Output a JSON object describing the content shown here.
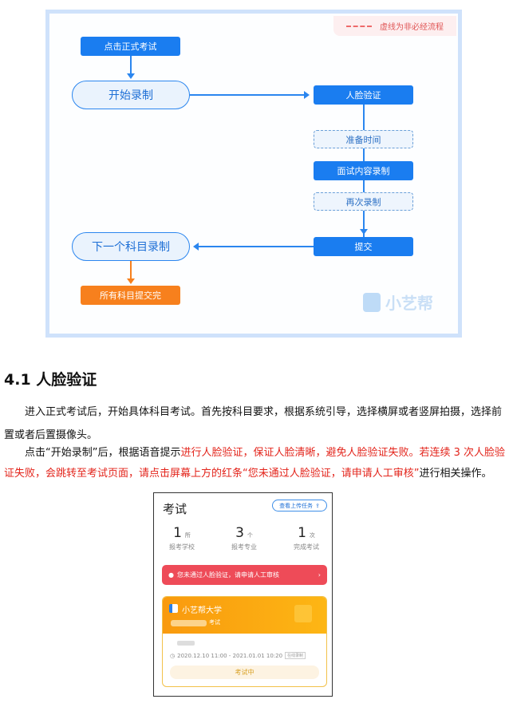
{
  "flowchart": {
    "legend": "虚线为非必经流程",
    "nodes": {
      "click_exam": "点击正式考试",
      "start_record": "开始录制",
      "face_verify": "人脸验证",
      "prepare_time": "准备时间",
      "interview_record": "面试内容录制",
      "re_record": "再次录制",
      "submit": "提交",
      "next_subject": "下一个科目录制",
      "all_submitted": "所有科目提交完"
    },
    "watermark": "小艺帮",
    "colors": {
      "primary": "#1a7df0",
      "orange": "#f7801d"
    }
  },
  "section": {
    "heading": "4.1 人脸验证",
    "p1": "进入正式考试后，开始具体科目考试。首先按科目要求，根据系统引导，选择横屏或者竖屏拍摄，选择前置或者后置摄像头。",
    "p2_normal": "点击“开始录制”后，根据语音提示",
    "p2_red": "进行人脸验证，保证人脸清晰，避免人脸验证失败。若连续 3 次人脸验证失败，会跳转至考试页面，请点击屏幕上方的红条“您未通过人脸验证，请申请人工审核”",
    "p2_end": "进行相关操作。"
  },
  "phone": {
    "title": "考试",
    "upload_button": "查看上传任务",
    "stats": [
      {
        "value": "1",
        "unit": "所",
        "label": "报考学校"
      },
      {
        "value": "3",
        "unit": "个",
        "label": "报考专业"
      },
      {
        "value": "1",
        "unit": "次",
        "label": "完成考试"
      }
    ],
    "alert": "您未通过人脸验证，请申请人工审核",
    "card": {
      "school": "小艺帮大学",
      "exam_suffix": "考试",
      "time": "2020.12.10 11:00 - 2021.01.01 10:20",
      "tag": "在线录制",
      "status_button": "考试中"
    }
  }
}
